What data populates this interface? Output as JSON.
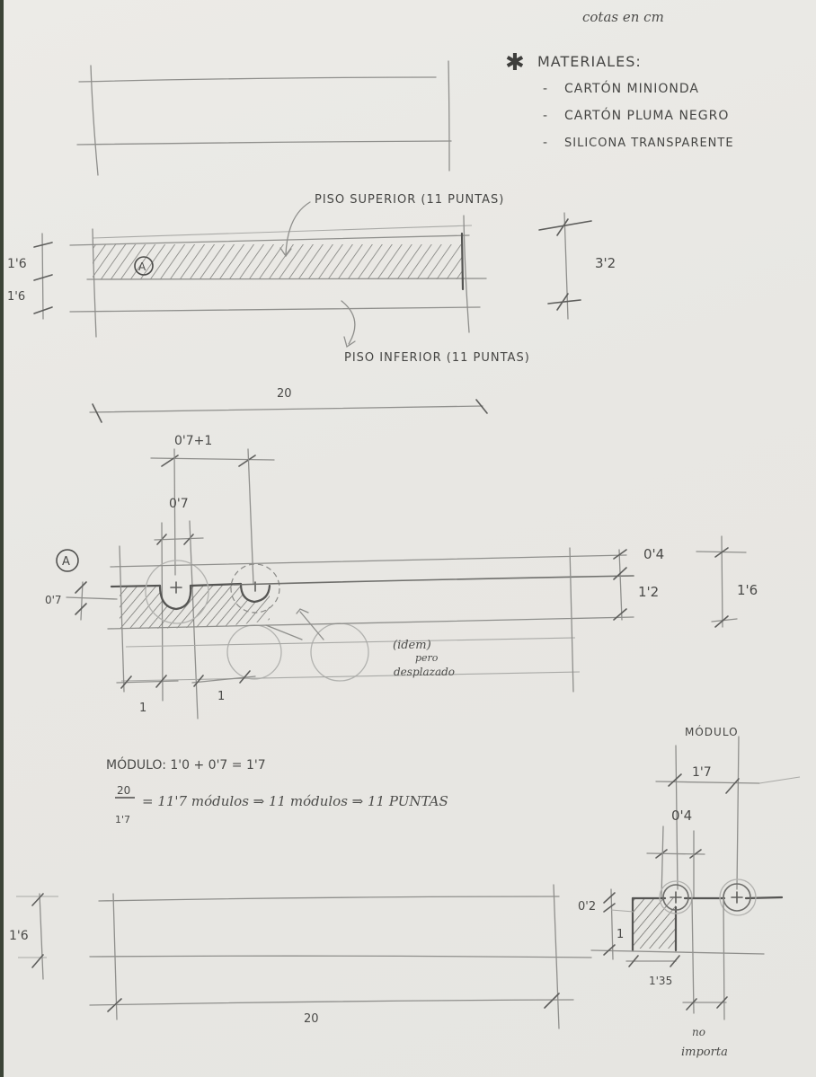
{
  "header": {
    "units_note": "cotas en cm",
    "materials_title": "MATERIALES:",
    "materials_bullet_icon": "asterisk-icon",
    "materials": [
      "CARTÓN MINIONDA",
      "CARTÓN PLUMA NEGRO",
      "SILICONA TRANSPARENTE"
    ]
  },
  "elevation": {
    "label_top": "PISO SUPERIOR (11 PUNTAS)",
    "label_bottom": "PISO INFERIOR (11 PUNTAS)",
    "detail_marker": "A",
    "dim_left_upper": "1'6",
    "dim_left_lower": "1'6",
    "dim_right_total": "3'2",
    "dim_width": "20"
  },
  "detail_a": {
    "marker": "A",
    "dim_module": "0'7+1",
    "dim_notch": "0'7",
    "dim_notch_depth": "0'7",
    "dim_right_top": "0'4",
    "dim_right_mid": "1'2",
    "dim_right_total": "1'6",
    "dim_bottom_left": "1",
    "dim_bottom_right": "1",
    "note": [
      "(idem)",
      "pero",
      "desplazado"
    ]
  },
  "calc": {
    "line1": "MÓDULO: 1'0 + 0'7 = 1'7",
    "fraction_num": "20",
    "fraction_den": "1'7",
    "line2": "= 11'7 módulos ⇒ 11 módulos ⇒ 11 PUNTAS"
  },
  "bottom_plan": {
    "dim_height": "1'6",
    "dim_width": "20"
  },
  "module_detail": {
    "title": "MÓDULO",
    "dim_module": "1'7",
    "dim_gap": "0'4",
    "dim_top": "0'2",
    "dim_height": "1",
    "dim_width": "1'35",
    "note": [
      "no",
      "importa"
    ]
  }
}
